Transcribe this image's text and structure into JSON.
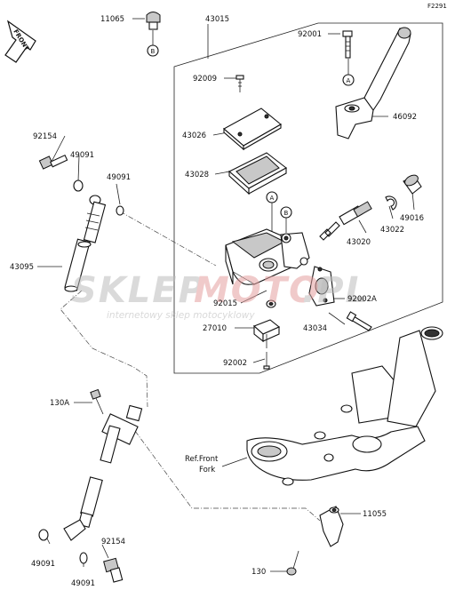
{
  "diagram_code": "F2291",
  "front_label": "FRONT",
  "ref_note": {
    "line1": "Ref.Front",
    "line2": "Fork"
  },
  "watermark": {
    "brand_left": "SKLEP",
    "brand_right": "MOTO",
    "brand_tld": ".PL",
    "tagline": "internetowy sklep motocyklowy"
  },
  "balloons": {
    "a": "A",
    "b": "B"
  },
  "part_numbers": {
    "p11065": "11065",
    "p43015": "43015",
    "p92001": "92001",
    "p92009": "92009",
    "p46092": "46092",
    "p43026": "43026",
    "p92154_top": "92154",
    "p49091_a": "49091",
    "p49091_b": "49091",
    "p43028": "43028",
    "p49016": "49016",
    "p43022": "43022",
    "p43020": "43020",
    "p43095": "43095",
    "p92015": "92015",
    "p92002A": "92002A",
    "p27010": "27010",
    "p43034": "43034",
    "p92002": "92002",
    "p130A": "130A",
    "p11055": "11055",
    "p49091_c": "49091",
    "p92154_bot": "92154",
    "p130": "130",
    "p49091_d": "49091"
  }
}
